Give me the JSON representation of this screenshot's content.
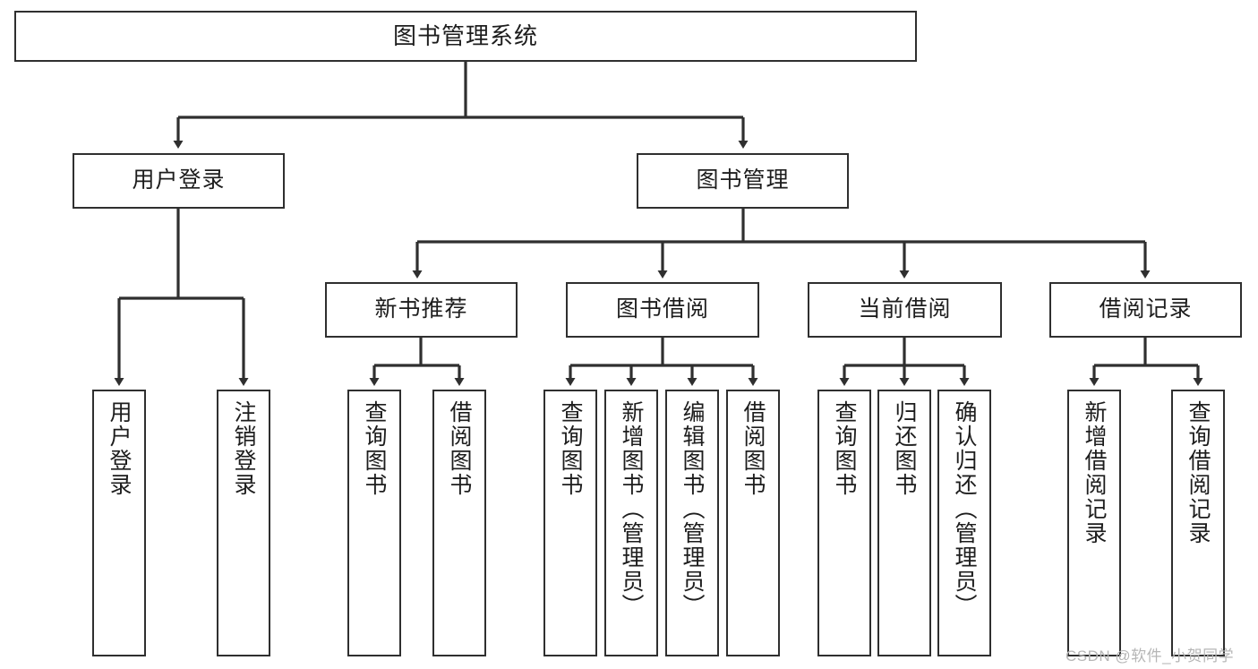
{
  "diagram": {
    "title": "图书管理系统",
    "type": "tree-hierarchy",
    "watermark": "CSDN @软件_小贺同学",
    "colors": {
      "box_border": "#2f2f2f",
      "line": "#2f2f2f",
      "background": "#ffffff",
      "text": "#1d1d1d",
      "watermark": "#b6b6b6"
    },
    "root": {
      "label": "图书管理系统"
    },
    "level2": [
      {
        "label": "用户登录"
      },
      {
        "label": "图书管理"
      }
    ],
    "level3": [
      {
        "label": "新书推荐"
      },
      {
        "label": "图书借阅"
      },
      {
        "label": "当前借阅"
      },
      {
        "label": "借阅记录"
      }
    ],
    "leaves": {
      "user_login": [
        {
          "label": "用户登录"
        },
        {
          "label": "注销登录"
        }
      ],
      "new_book_recommend": [
        {
          "label": "查询图书"
        },
        {
          "label": "借阅图书"
        }
      ],
      "book_borrow": [
        {
          "label": "查询图书"
        },
        {
          "label": "新增图书（管理员）"
        },
        {
          "label": "编辑图书（管理员）"
        },
        {
          "label": "借阅图书"
        }
      ],
      "current_borrow": [
        {
          "label": "查询图书"
        },
        {
          "label": "归还图书"
        },
        {
          "label": "确认归还（管理员）"
        }
      ],
      "borrow_record": [
        {
          "label": "新增借阅记录"
        },
        {
          "label": "查询借阅记录"
        }
      ]
    }
  }
}
